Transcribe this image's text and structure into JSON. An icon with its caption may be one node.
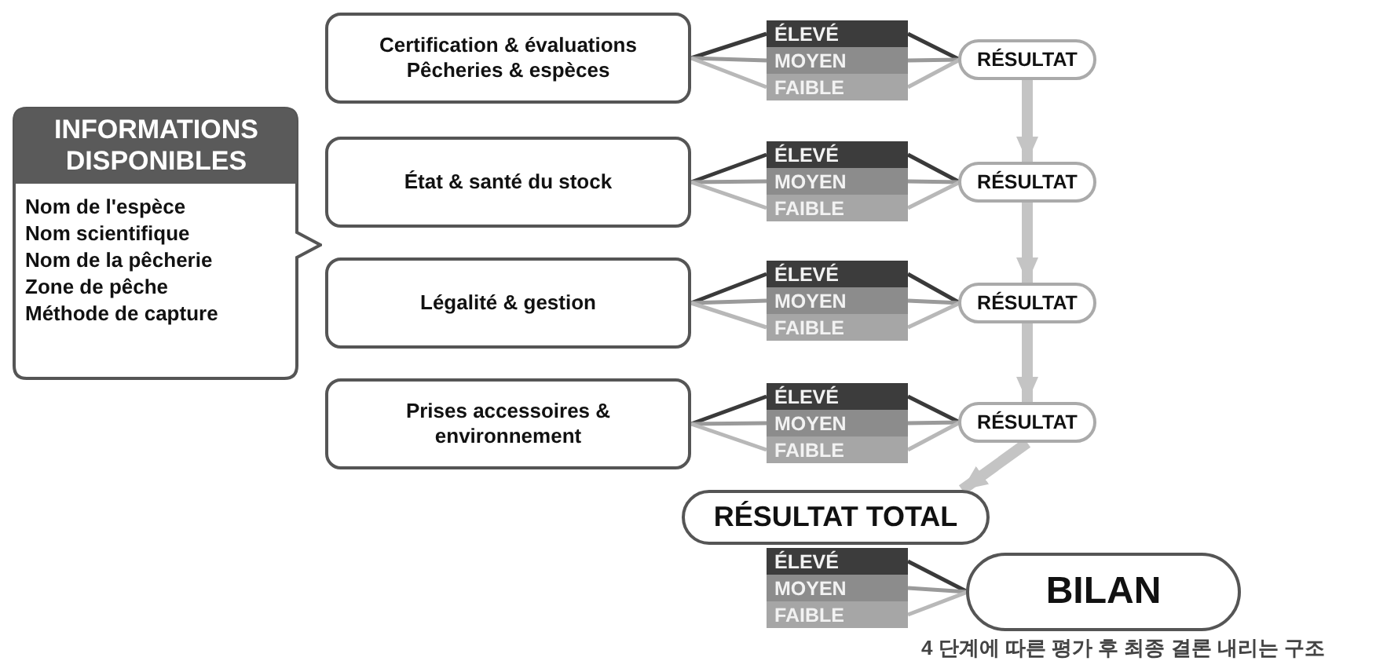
{
  "diagram": {
    "caption": "4 단계에 따른 평가 후 최종 결론 내리는 구조",
    "nodes": [
      {
        "text": [
          "INFORMATIONS DISPONIBLES",
          "Nom de l'espèce",
          "Nom scientifique",
          "Nom de la pêcherie",
          "Zone de pêche",
          "Méthode de capture"
        ]
      },
      {
        "text": [
          "Certification & évaluations Pêcheries & espèces"
        ]
      },
      {
        "text": [
          "ÉLEVÉ"
        ]
      },
      {
        "text": [
          "MOYEN"
        ]
      },
      {
        "text": [
          "FAIBLE"
        ]
      },
      {
        "text": [
          "RÉSULTAT"
        ]
      },
      {
        "text": [
          "État & santé du stock"
        ]
      },
      {
        "text": [
          "ÉLEVÉ"
        ]
      },
      {
        "text": [
          "MOYEN"
        ]
      },
      {
        "text": [
          "FAIBLE"
        ]
      },
      {
        "text": [
          "RÉSULTAT"
        ]
      },
      {
        "text": [
          "Légalité & gestion"
        ]
      },
      {
        "text": [
          "ÉLEVÉ"
        ]
      },
      {
        "text": [
          "MOYEN"
        ]
      },
      {
        "text": [
          "FAIBLE"
        ]
      },
      {
        "text": [
          "RÉSULTAT"
        ]
      },
      {
        "text": [
          "Prises accessoires & environnement"
        ]
      },
      {
        "text": [
          "ÉLEVÉ"
        ]
      },
      {
        "text": [
          "MOYEN"
        ]
      },
      {
        "text": [
          "FAIBLE"
        ]
      },
      {
        "text": [
          "RÉSULTAT"
        ]
      },
      {
        "text": [
          "RÉSULTAT TOTAL"
        ]
      },
      {
        "text": [
          "ÉLEVÉ"
        ]
      },
      {
        "text": [
          "MOYEN"
        ]
      },
      {
        "text": [
          "FAIBLE"
        ]
      },
      {
        "text": [
          "BILAN"
        ]
      }
    ],
    "edges": [
      {
        "from": 1,
        "to": 2,
        "arrow": "none",
        "color": "#3a3a3a"
      },
      {
        "from": 1,
        "to": 3,
        "arrow": "none",
        "color": "#9a9a9a"
      },
      {
        "from": 1,
        "to": 4,
        "arrow": "none",
        "color": "#b8b8b8"
      },
      {
        "from": 2,
        "to": 5,
        "arrow": "none",
        "color": "#3a3a3a"
      },
      {
        "from": 3,
        "to": 5,
        "arrow": "none",
        "color": "#9a9a9a"
      },
      {
        "from": 4,
        "to": 5,
        "arrow": "none",
        "color": "#b8b8b8"
      },
      {
        "from": 6,
        "to": 7,
        "arrow": "none",
        "color": "#3a3a3a"
      },
      {
        "from": 6,
        "to": 8,
        "arrow": "none",
        "color": "#9a9a9a"
      },
      {
        "from": 6,
        "to": 9,
        "arrow": "none",
        "color": "#b8b8b8"
      },
      {
        "from": 7,
        "to": 10,
        "arrow": "none",
        "color": "#3a3a3a"
      },
      {
        "from": 8,
        "to": 10,
        "arrow": "none",
        "color": "#9a9a9a"
      },
      {
        "from": 9,
        "to": 10,
        "arrow": "none",
        "color": "#b8b8b8"
      },
      {
        "from": 11,
        "to": 12,
        "arrow": "none",
        "color": "#3a3a3a"
      },
      {
        "from": 11,
        "to": 13,
        "arrow": "none",
        "color": "#9a9a9a"
      },
      {
        "from": 11,
        "to": 14,
        "arrow": "none",
        "color": "#b8b8b8"
      },
      {
        "from": 12,
        "to": 15,
        "arrow": "none",
        "color": "#3a3a3a"
      },
      {
        "from": 13,
        "to": 15,
        "arrow": "none",
        "color": "#9a9a9a"
      },
      {
        "from": 14,
        "to": 15,
        "arrow": "none",
        "color": "#b8b8b8"
      },
      {
        "from": 16,
        "to": 17,
        "arrow": "none",
        "color": "#3a3a3a"
      },
      {
        "from": 16,
        "to": 18,
        "arrow": "none",
        "color": "#9a9a9a"
      },
      {
        "from": 16,
        "to": 19,
        "arrow": "none",
        "color": "#b8b8b8"
      },
      {
        "from": 17,
        "to": 20,
        "arrow": "none",
        "color": "#3a3a3a"
      },
      {
        "from": 18,
        "to": 20,
        "arrow": "none",
        "color": "#9a9a9a"
      },
      {
        "from": 19,
        "to": 20,
        "arrow": "none",
        "color": "#b8b8b8"
      },
      {
        "from": 5,
        "to": 10,
        "arrow": "to",
        "style": "thick",
        "color": "#c4c4c4"
      },
      {
        "from": 10,
        "to": 15,
        "arrow": "to",
        "style": "thick",
        "color": "#c4c4c4"
      },
      {
        "from": 15,
        "to": 20,
        "arrow": "to",
        "style": "thick",
        "color": "#c4c4c4"
      },
      {
        "from": 20,
        "to": 21,
        "arrow": "to",
        "style": "thick",
        "color": "#c4c4c4"
      },
      {
        "from": 22,
        "to": 25,
        "arrow": "none",
        "color": "#3a3a3a"
      },
      {
        "from": 23,
        "to": 25,
        "arrow": "none",
        "color": "#9a9a9a"
      },
      {
        "from": 24,
        "to": 25,
        "arrow": "none",
        "color": "#b8b8b8"
      }
    ]
  }
}
